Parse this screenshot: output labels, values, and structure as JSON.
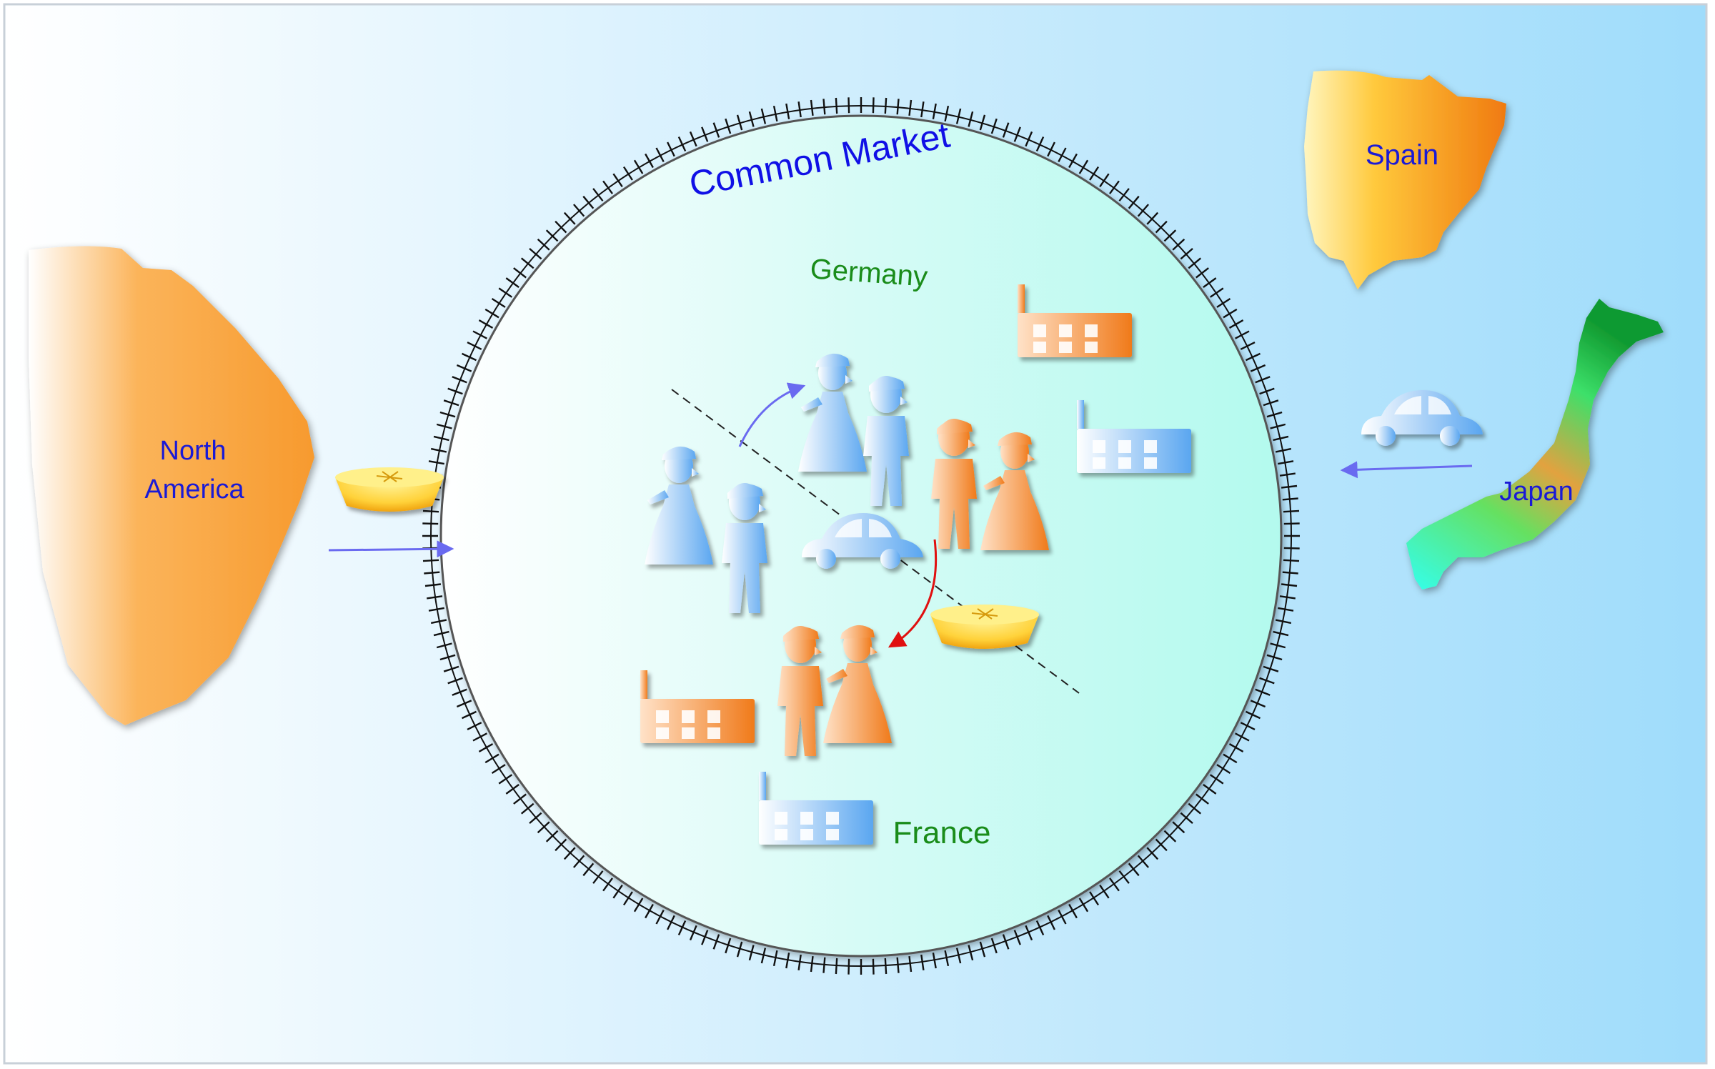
{
  "title": "Common Market",
  "labels": {
    "germany": "Germany",
    "france": "France",
    "north_america_line1": "North",
    "north_america_line2": "America",
    "spain": "Spain",
    "japan": "Japan"
  },
  "colors": {
    "background_left": "#ffffff",
    "background_right": "#9fdcfb",
    "circle_fill": "#b9fbf0",
    "title_text": "#1010e6",
    "country_text": "#1a8c1a",
    "region_text": "#1a1ad6",
    "orange_light": "#ffd7b5",
    "orange_dark": "#f2700d",
    "blue_light": "#ffffff",
    "blue_dark": "#5aa6f0",
    "import_arrow": "#6a6af0",
    "migration_arrow_blue": "#6a6af0",
    "migration_arrow_red": "#e01010"
  },
  "icons": [
    "person-icon",
    "factory-icon",
    "car-icon",
    "pie-icon",
    "barrier-icon"
  ]
}
